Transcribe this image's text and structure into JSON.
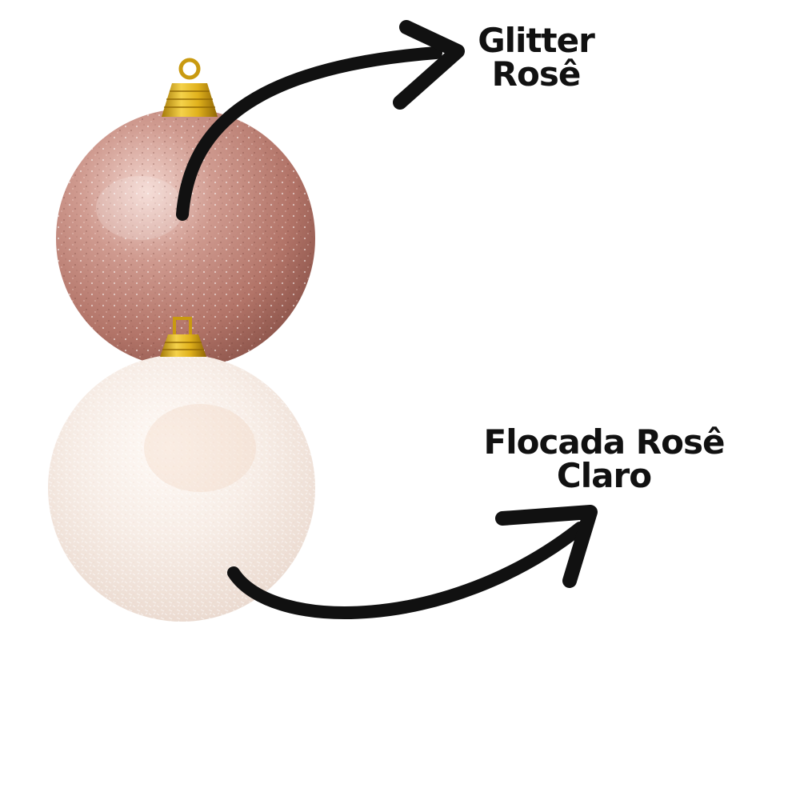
{
  "labels": {
    "glitter": {
      "line1": "Glitter",
      "line2": "Rosê"
    },
    "flocada": {
      "line1": "Flocada Rosê",
      "line2": "Claro"
    }
  },
  "colors": {
    "glitter_ball": "#c0897f",
    "flocked_ball": "#f6efea",
    "cap_gold": "#d9a714",
    "arrow": "#111111",
    "text": "#111111",
    "background": "#ffffff"
  },
  "icons": {
    "top_arrow": "curved-arrow-up-right",
    "bottom_arrow": "curved-arrow-right"
  }
}
